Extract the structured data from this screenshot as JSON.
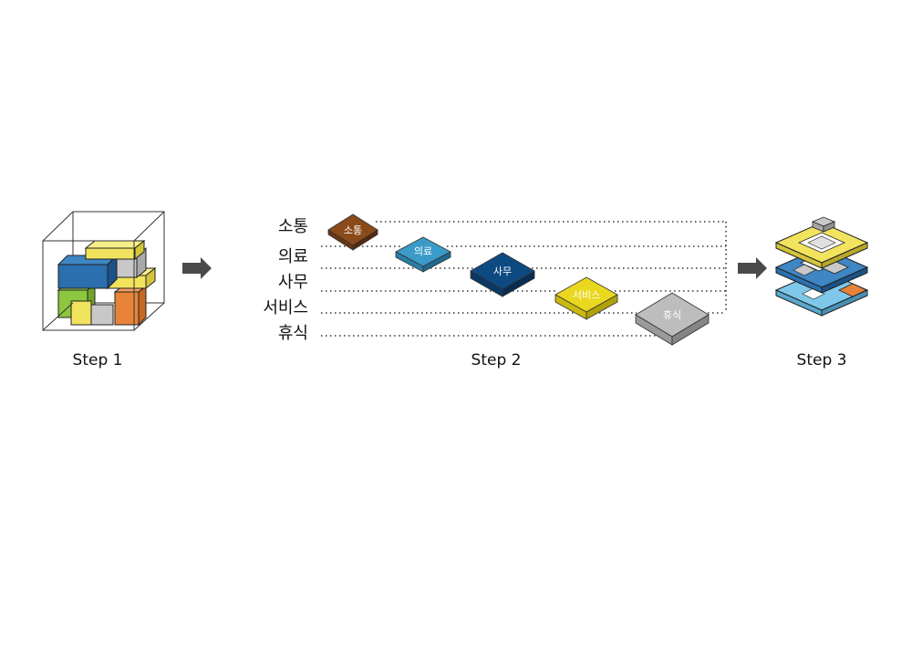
{
  "steps": {
    "step1": "Step 1",
    "step2": "Step 2",
    "step3": "Step 3"
  },
  "categories": [
    {
      "label": "소통",
      "color": "#8B4A1A"
    },
    {
      "label": "의료",
      "color": "#3A9BC8"
    },
    {
      "label": "사무",
      "color": "#0E4A82"
    },
    {
      "label": "서비스",
      "color": "#E9D81E"
    },
    {
      "label": "휴식",
      "color": "#BDBDBD"
    }
  ],
  "colors": {
    "arrow": "#4a4a4a",
    "dotted": "#333333",
    "green": "#8DC63F",
    "orange": "#E8843A",
    "yellow": "#F2E35E",
    "blue": "#2B6FAE",
    "lightblue": "#7EC8EA",
    "gray": "#C8C8C8"
  }
}
